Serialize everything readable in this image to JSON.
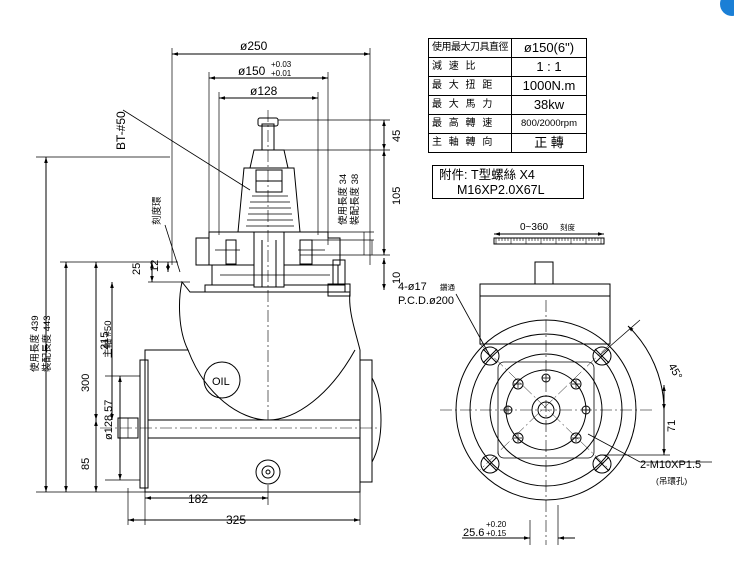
{
  "spec_table": {
    "rows": [
      {
        "label": "使用最大刀具直徑",
        "value": "ø150(6\")"
      },
      {
        "label": "減 速 比",
        "value": "1 : 1"
      },
      {
        "label": "最 大 扭 距",
        "value": "1000N.m"
      },
      {
        "label": "最 大 馬 力",
        "value": "38kw"
      },
      {
        "label": "最 高 轉 速",
        "value": "800/2000rpm"
      },
      {
        "label": "主 軸 轉 向",
        "value": "正 轉"
      }
    ]
  },
  "note": {
    "line1": "附件: T型螺絲 X4",
    "line2": "M16XP2.0X67L"
  },
  "dims": {
    "d250": "ø250",
    "d150": "ø150",
    "d150_tol_top": "+0.03",
    "d150_tol_bot": "+0.01",
    "d128": "ø128",
    "bt50": "BT-#50",
    "v45": "45",
    "v105": "105",
    "use_len_34": "使用長度 34",
    "install_len_38": "裝配長度 38",
    "v10": "10",
    "v25": "25",
    "v12": "12",
    "scale_lbl": "刻度環",
    "v215": "215",
    "v300": "300",
    "use_len_439": "使用長度 439",
    "install_len_443": "裝配長度 443",
    "spindle50": "主軸 #50",
    "d128_57": "ø128.57",
    "v85": "85",
    "v182": "182",
    "v325": "325",
    "oil": "OIL",
    "deg_scale": "0~360",
    "deg_unit": "刻度",
    "holes": "4-ø17",
    "holes_sub": "鑽通",
    "pcd": "P.C.D.ø200",
    "angle45": "45°",
    "v71": "71",
    "m10": "2-M10XP1.5",
    "lift": "(吊環孔)",
    "v25_6": "25.6",
    "tol_top_020": "+0.20",
    "tol_bot_015": "+0.15"
  }
}
